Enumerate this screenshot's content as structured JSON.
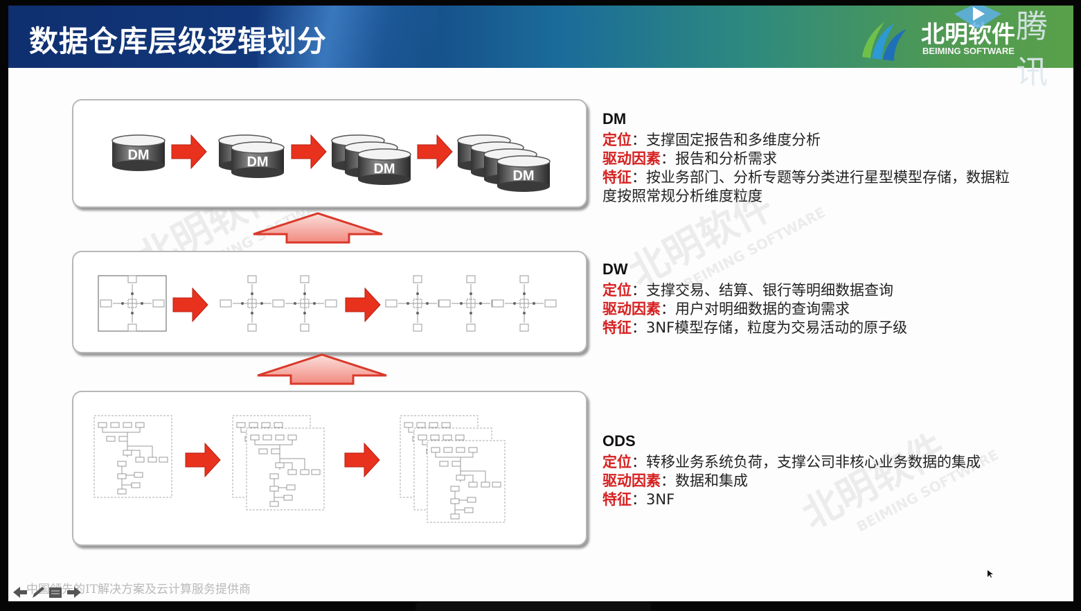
{
  "slide": {
    "title": "数据仓库层级逻辑划分",
    "brand_cn": "北明软件",
    "brand_en": "BEIMING SOFTWARE",
    "corner_text": "腾讯",
    "footer": "中国领先的IT解决方案及云计算服务提供商",
    "colors": {
      "accent_red": "#d62020",
      "arrow_red": "#e8321e",
      "header_blue": "#123a7e",
      "header_green": "#5aa04b"
    }
  },
  "layers": {
    "dm": {
      "diagram_label": "DM",
      "heading": "DM",
      "pos_key": "定位",
      "pos_val": "：支撑固定报告和多维度分析",
      "drv_key": "驱动因素",
      "drv_val": "：报告和分析需求",
      "feat_key": "特征",
      "feat_val": "：按业务部门、分析专题等分类进行星型模型存储，数据粒度按照常规分析维度粒度"
    },
    "dw": {
      "heading": "DW",
      "pos_key": "定位",
      "pos_val": "：支撑交易、结算、银行等明细数据查询",
      "drv_key": "驱动因素",
      "drv_val": "：用户对明细数据的查询需求",
      "feat_key": "特征",
      "feat_val": "：3NF模型存储，粒度为交易活动的原子级"
    },
    "ods": {
      "heading": "ODS",
      "pos_key": "定位",
      "pos_val": "：转移业务系统负荷，支撑公司非核心业务数据的集成",
      "drv_key": "驱动因素",
      "drv_val": "：数据和集成",
      "feat_key": "特征",
      "feat_val": "：3NF"
    }
  },
  "icons": [
    "play-icon",
    "logo-icon",
    "arrow-right-icon",
    "arrow-up-icon",
    "database-icon",
    "back-icon",
    "pen-icon",
    "menu-icon",
    "forward-icon"
  ]
}
